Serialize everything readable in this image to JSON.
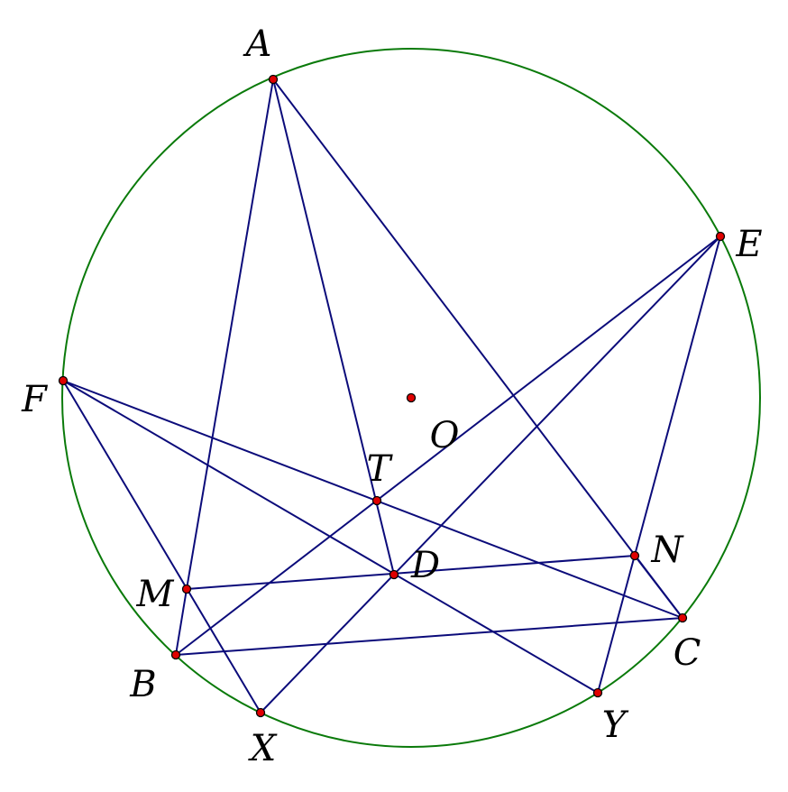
{
  "diagram": {
    "circle_center": "O",
    "circle_color": "#0a7a0a",
    "segment_color": "#0b0b7a",
    "point_color": "#e00000",
    "points": [
      {
        "id": "A",
        "label": "A"
      },
      {
        "id": "E",
        "label": "E"
      },
      {
        "id": "F",
        "label": "F"
      },
      {
        "id": "O",
        "label": "O"
      },
      {
        "id": "T",
        "label": "T"
      },
      {
        "id": "N",
        "label": "N"
      },
      {
        "id": "D",
        "label": "D"
      },
      {
        "id": "M",
        "label": "M"
      },
      {
        "id": "C",
        "label": "C"
      },
      {
        "id": "B",
        "label": "B"
      },
      {
        "id": "Y",
        "label": "Y"
      },
      {
        "id": "X",
        "label": "X"
      }
    ],
    "segments": [
      [
        "A",
        "M"
      ],
      [
        "A",
        "D"
      ],
      [
        "A",
        "C"
      ],
      [
        "B",
        "E"
      ],
      [
        "B",
        "C"
      ],
      [
        "B",
        "M"
      ],
      [
        "E",
        "X"
      ],
      [
        "E",
        "Y"
      ],
      [
        "F",
        "X"
      ],
      [
        "F",
        "Y"
      ],
      [
        "F",
        "C"
      ],
      [
        "M",
        "N"
      ],
      [
        "N",
        "C"
      ]
    ]
  }
}
